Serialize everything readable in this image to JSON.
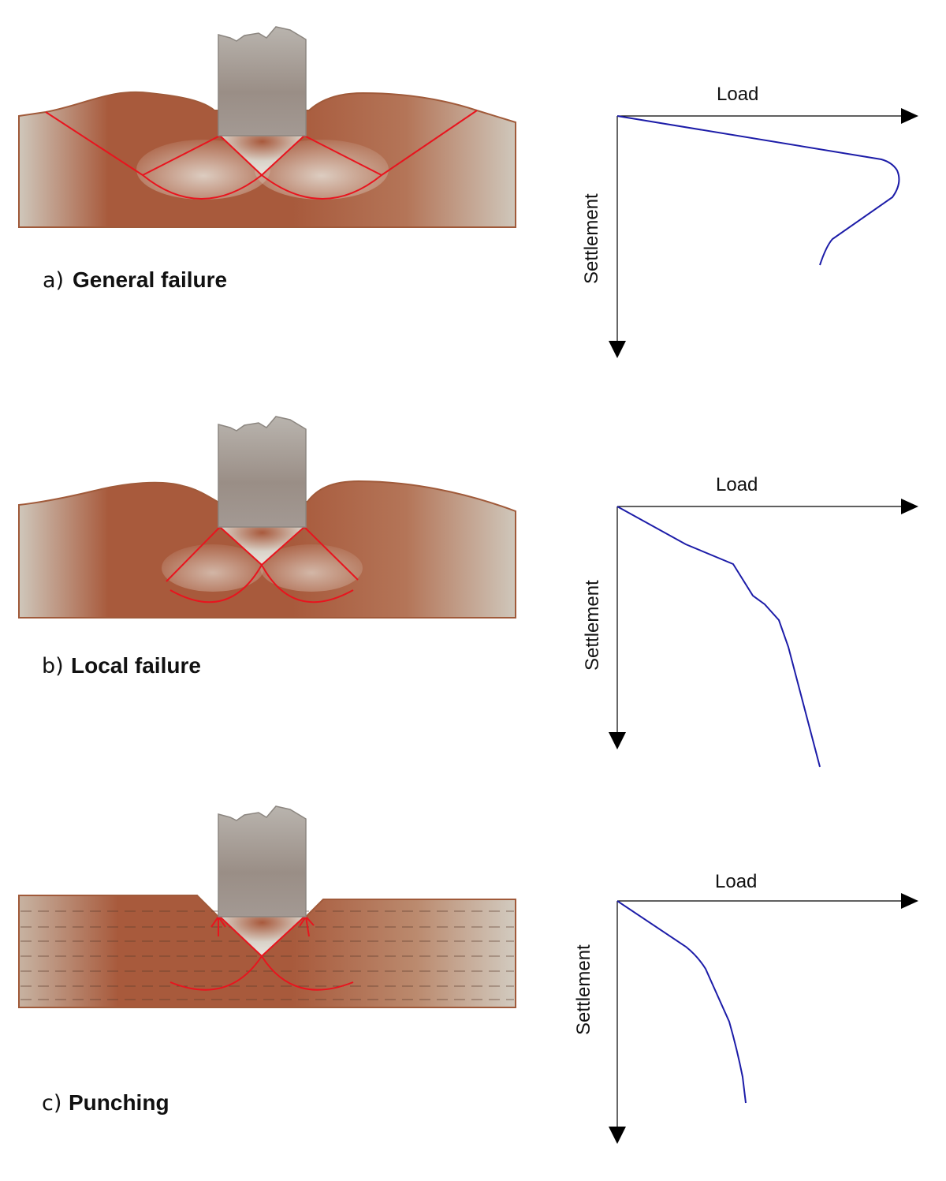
{
  "panels": [
    {
      "id": "a",
      "prefix": "a)",
      "title": "General failure",
      "x_axis_label": "Load",
      "y_axis_label": "Settlement"
    },
    {
      "id": "b",
      "prefix": "b)",
      "title": "Local failure",
      "x_axis_label": "Load",
      "y_axis_label": "Settlement"
    },
    {
      "id": "c",
      "prefix": "c)",
      "title": "Punching",
      "x_axis_label": "Load",
      "y_axis_label": "Settlement"
    }
  ],
  "colors": {
    "soil_dark": "#a85a3c",
    "soil_light": "#cfc7bb",
    "soil_outline": "#a05a3a",
    "foundation_dark": "#9a8e86",
    "foundation_light": "#c9c7c2",
    "failure_line": "#e8141e",
    "curve": "#1c1ca8",
    "axis": "#000000"
  }
}
